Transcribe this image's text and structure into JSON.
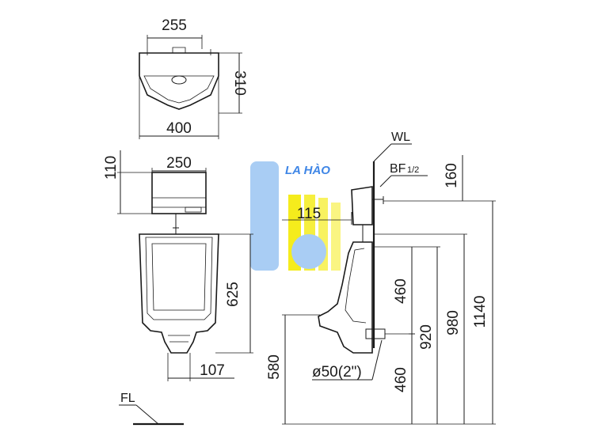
{
  "brand": {
    "name": "LA HÀO",
    "blue": "#3f86e6",
    "blue_light": "#a9cdf4",
    "yellow": "#f5ec1c"
  },
  "dimensions": {
    "top_inner_width": "255",
    "top_depth": "310",
    "top_width": "400",
    "tank_height": "110",
    "tank_width": "250",
    "front_height": "625",
    "outlet_width": "107",
    "floor_to_outlet": "580",
    "offset": "115",
    "wl_to_bf": "160",
    "upper_section": "460",
    "lower_section": "460",
    "spud_height": "920",
    "overall_980": "980",
    "overall_1140": "1140",
    "outlet_diameter": "ø50(2\")"
  },
  "labels": {
    "wall_line": "WL",
    "bf": "BF",
    "bf_size": "1/2",
    "floor_line": "FL"
  }
}
